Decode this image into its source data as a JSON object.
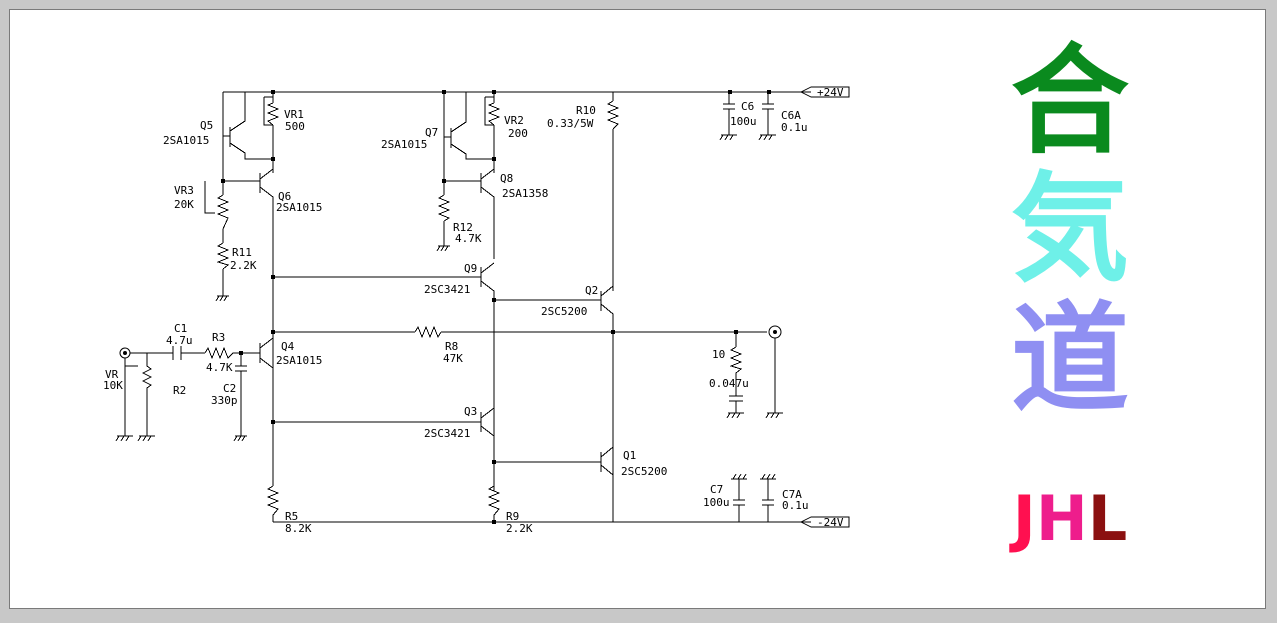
{
  "rails": {
    "pos": "+24V",
    "neg": "-24V"
  },
  "components": {
    "vr1": {
      "name": "VR1",
      "value": "500"
    },
    "vr2": {
      "name": "VR2",
      "value": "200"
    },
    "vr3": {
      "name": "VR3",
      "value": "20K"
    },
    "vr": {
      "name": "VR",
      "value": "10K"
    },
    "q1": {
      "name": "Q1",
      "part": "2SC5200"
    },
    "q2": {
      "name": "Q2",
      "part": "2SC5200"
    },
    "q3": {
      "name": "Q3",
      "part": "2SC3421"
    },
    "q4": {
      "name": "Q4",
      "part": "2SA1015"
    },
    "q5": {
      "name": "Q5",
      "part": "2SA1015"
    },
    "q6": {
      "name": "Q6",
      "part": "2SA1015"
    },
    "q7": {
      "name": "Q7",
      "part": "2SA1015"
    },
    "q8": {
      "name": "Q8",
      "part": "2SA1358"
    },
    "q9": {
      "name": "Q9",
      "part": "2SC3421"
    },
    "r2": {
      "name": "R2"
    },
    "r3": {
      "name": "R3",
      "value": "4.7K"
    },
    "r5": {
      "name": "R5",
      "value": "8.2K"
    },
    "r8": {
      "name": "R8",
      "value": "47K"
    },
    "r9": {
      "name": "R9",
      "value": "2.2K"
    },
    "r10": {
      "name": "R10",
      "value": "0.33/5W"
    },
    "r11": {
      "name": "R11",
      "value": "2.2K"
    },
    "r12": {
      "name": "R12",
      "value": "4.7K"
    },
    "c1": {
      "name": "C1",
      "value": "4.7u"
    },
    "c2": {
      "name": "C2",
      "value": "330p"
    },
    "c6": {
      "name": "C6",
      "value": "100u"
    },
    "c6a": {
      "name": "C6A",
      "value": "0.1u"
    },
    "c7": {
      "name": "C7",
      "value": "100u"
    },
    "c7a": {
      "name": "C7A",
      "value": "0.1u"
    },
    "zobel": {
      "r_value": "10",
      "c_value": "0.047u"
    }
  },
  "side_text": {
    "line1": "合",
    "line1_color": "#0a8a1e",
    "line2": "気",
    "line2_color": "#6ef0e8",
    "line3": "道",
    "line3_color": "#8f8ff2",
    "jhl_j": "J",
    "jhl_j_color": "#ff1050",
    "jhl_h": "H",
    "jhl_h_color": "#ee1d8c",
    "jhl_l": "L",
    "jhl_l_color": "#8b1010"
  }
}
